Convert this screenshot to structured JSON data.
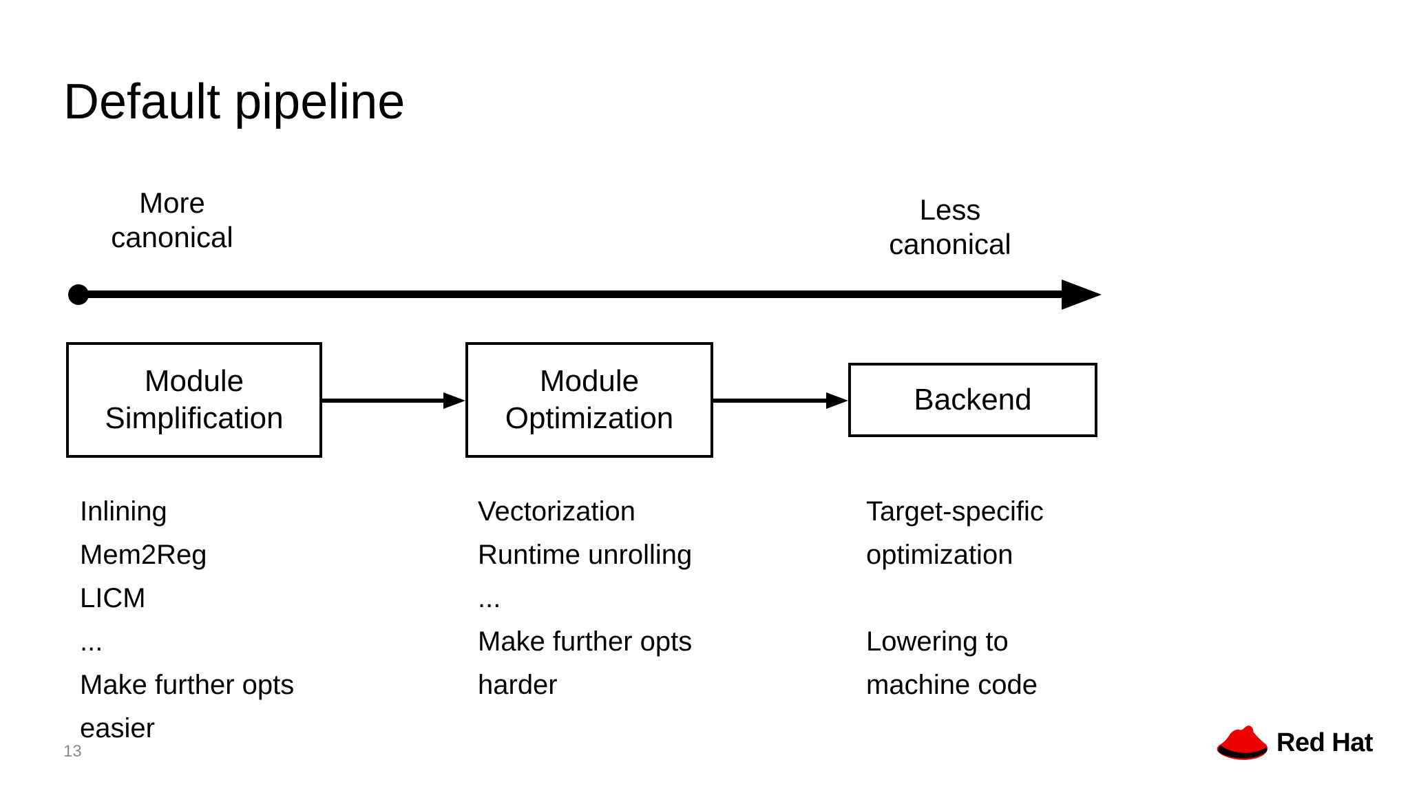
{
  "slide": {
    "title": "Default pipeline",
    "page_number": "13",
    "background_color": "#ffffff",
    "text_color": "#000000"
  },
  "canonical_axis": {
    "left_label_line1": "More",
    "left_label_line2": "canonical",
    "right_label_line1": "Less",
    "right_label_line2": "canonical",
    "start_marker": "filled-dot",
    "end_marker": "arrowhead",
    "direction": "left-to-right",
    "line_color": "#000000"
  },
  "pipeline": {
    "stages": [
      {
        "name": "module-simplification",
        "line1": "Module",
        "line2": "Simplification",
        "details": [
          "Inlining",
          "Mem2Reg",
          "LICM",
          "...",
          "Make further opts",
          "easier"
        ]
      },
      {
        "name": "module-optimization",
        "line1": "Module",
        "line2": "Optimization",
        "details": [
          "Vectorization",
          "Runtime unrolling",
          "...",
          "Make further opts",
          "harder"
        ]
      },
      {
        "name": "backend",
        "line1": "Backend",
        "line2": "",
        "details": [
          "Target-specific",
          "optimization",
          "",
          "Lowering to",
          "machine code"
        ]
      }
    ],
    "connectors": [
      {
        "from": "module-simplification",
        "to": "module-optimization"
      },
      {
        "from": "module-optimization",
        "to": "backend"
      }
    ]
  },
  "branding": {
    "logo_name": "red-hat-logo",
    "wordmark": "Red Hat",
    "hat_color": "#ee0000",
    "band_color": "#000000"
  }
}
